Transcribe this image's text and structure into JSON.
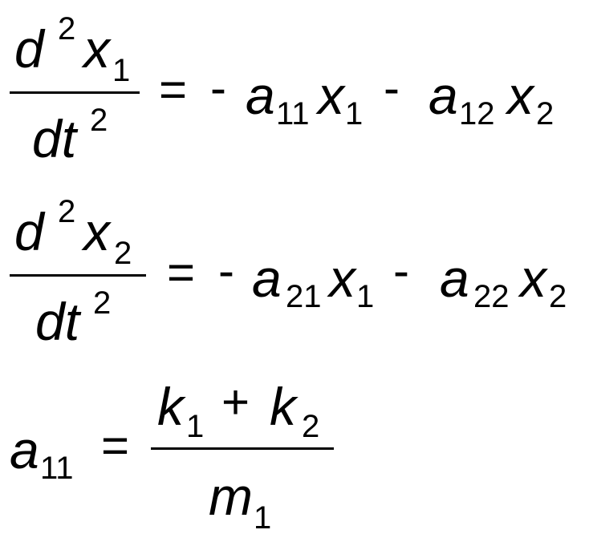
{
  "equations": [
    {
      "lhs": {
        "num_d": "d",
        "num_pow": "2",
        "num_var": "x",
        "num_sub": "1",
        "den_d": "dt",
        "den_pow": "2"
      },
      "eq_sign": "=",
      "minus1": "-",
      "term1": {
        "coef": "a",
        "coef_sub": "11",
        "var": "x",
        "var_sub": "1"
      },
      "minus2": "-",
      "term2": {
        "coef": "a",
        "coef_sub": "12",
        "var": "x",
        "var_sub": "2"
      }
    },
    {
      "lhs": {
        "num_d": "d",
        "num_pow": "2",
        "num_var": "x",
        "num_sub": "2",
        "den_d": "dt",
        "den_pow": "2"
      },
      "eq_sign": "=",
      "minus1": "-",
      "term1": {
        "coef": "a",
        "coef_sub": "21",
        "var": "x",
        "var_sub": "1"
      },
      "minus2": "-",
      "term2": {
        "coef": "a",
        "coef_sub": "22",
        "var": "x",
        "var_sub": "2"
      }
    }
  ],
  "definition": {
    "lhs": "a",
    "lhs_sub": "11",
    "eq_sign": "=",
    "num": {
      "k1": "k",
      "k1_sub": "1",
      "plus": "+",
      "k2": "k",
      "k2_sub": "2"
    },
    "den": {
      "m": "m",
      "m_sub": "1"
    }
  }
}
